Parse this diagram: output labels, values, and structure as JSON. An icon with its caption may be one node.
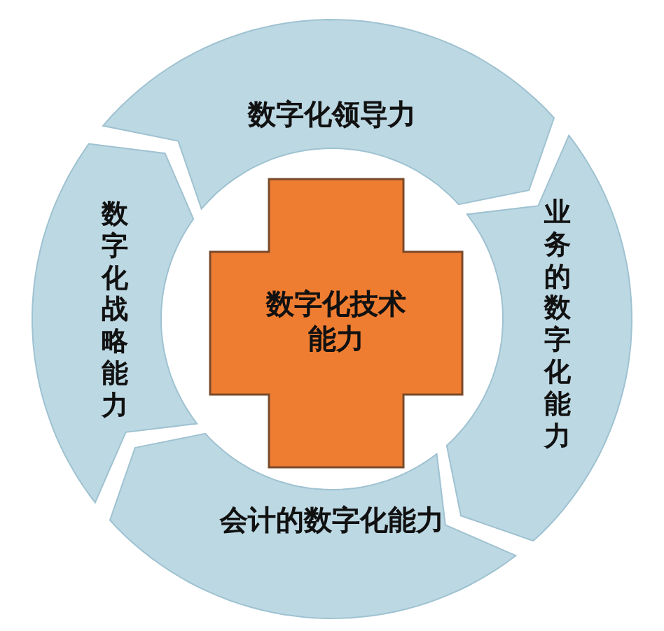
{
  "diagram": {
    "nodes": [
      {
        "text": [
          "数字化领导力"
        ]
      },
      {
        "text": [
          "数字化战略能力"
        ]
      },
      {
        "text": [
          "数字化技术能力"
        ]
      },
      {
        "text": [
          "业务的数字化能力"
        ]
      },
      {
        "text": [
          "会计的数字化能力"
        ]
      }
    ]
  }
}
